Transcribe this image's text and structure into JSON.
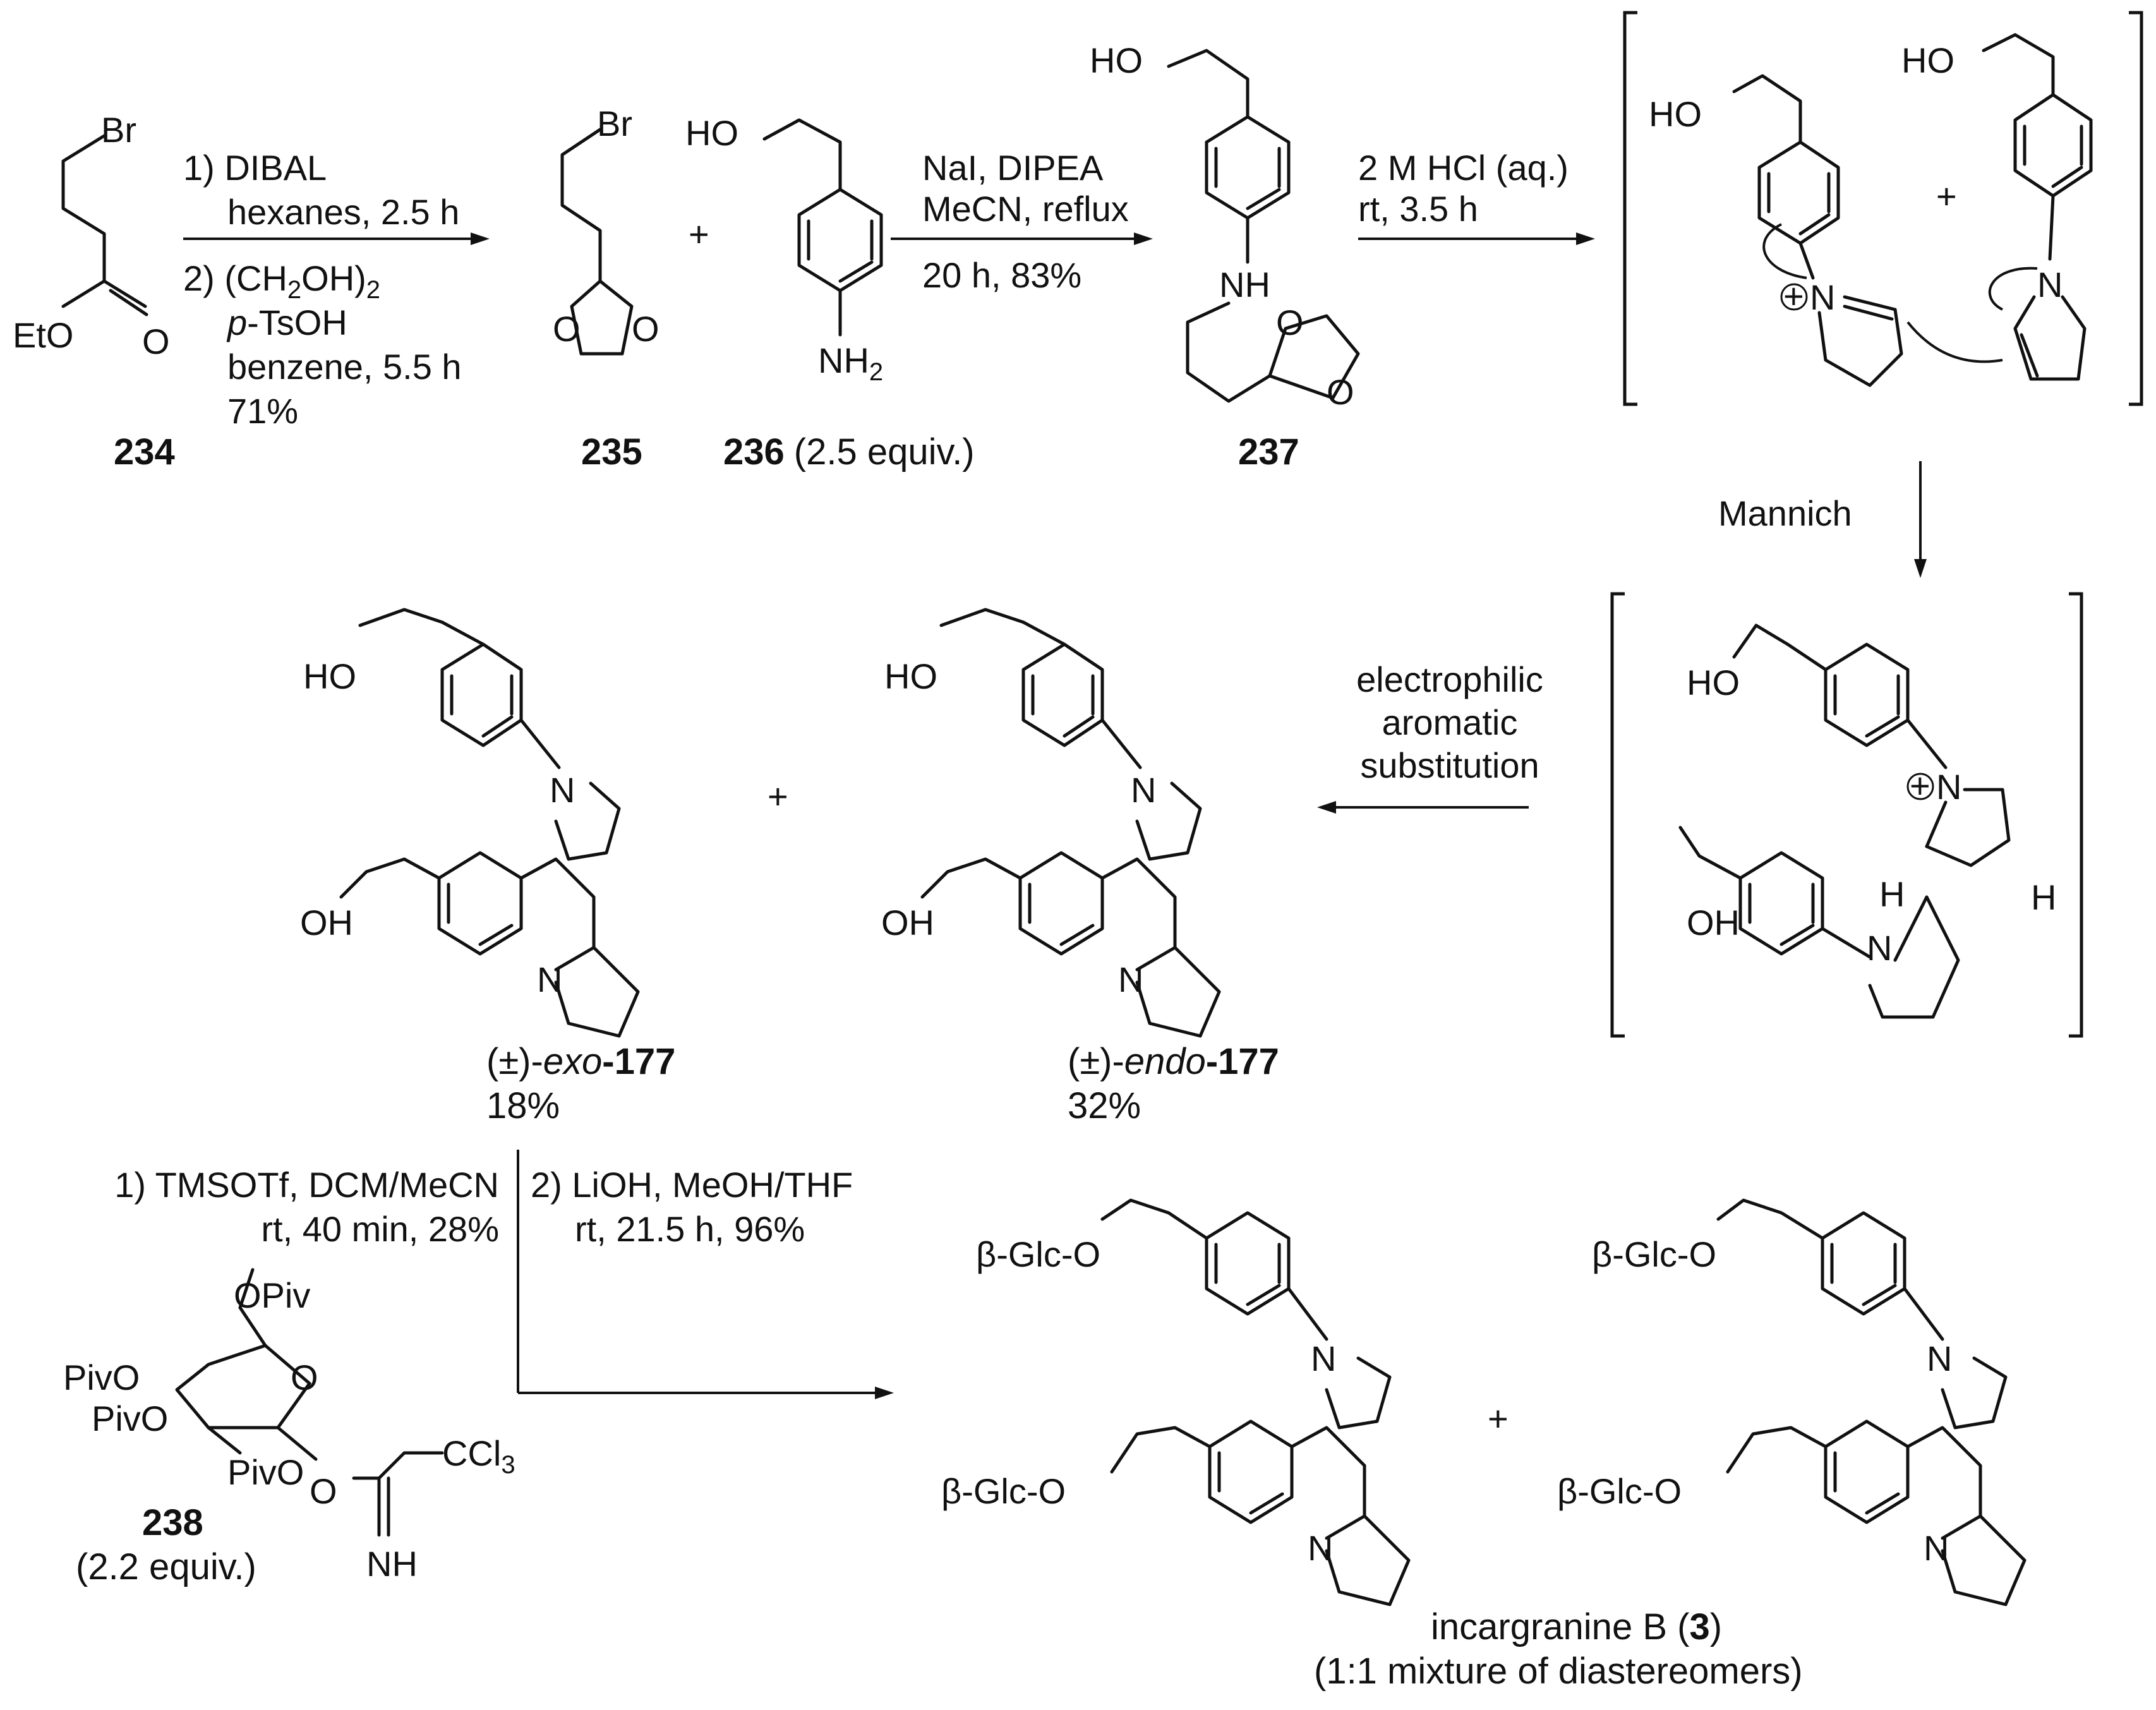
{
  "colors": {
    "ink": "#111111",
    "background": "#ffffff"
  },
  "compounds": {
    "c234": "234",
    "c235": "235",
    "c236": "236",
    "c236_equiv": "(2.5 equiv.)",
    "c237": "237",
    "exo_prefix": "(±)-",
    "exo_italic": "exo",
    "exo_num": "-177",
    "exo_yield": "18%",
    "endo_prefix": "(±)-",
    "endo_italic": "endo",
    "endo_num": "-177",
    "endo_yield": "32%",
    "c238": "238",
    "c238_equiv": "(2.2 equiv.)",
    "product_name": "incargranine B (",
    "product_num": "3",
    "product_close": ")",
    "product_note": "(1:1 mixture of diastereomers)"
  },
  "conditions": {
    "step1": [
      "1) DIBAL",
      "hexanes, 2.5 h",
      "2) (CH2OH)2",
      "p-TsOH",
      "benzene, 5.5 h",
      "71%"
    ],
    "step2": [
      "NaI, DIPEA",
      "MeCN, reflux",
      "20 h, 83%"
    ],
    "step3": [
      "2 M HCl (aq.)",
      "rt, 3.5 h"
    ],
    "mannich": "Mannich",
    "eas": [
      "electrophilic",
      "aromatic",
      "substitution"
    ],
    "final_a": [
      "1) TMSOTf, DCM/MeCN",
      "rt, 40 min, 28%"
    ],
    "final_b": [
      "2) LiOH, MeOH/THF",
      "rt, 21.5 h, 96%"
    ]
  },
  "plus": "+",
  "atoms": {
    "Br": "Br",
    "EtO": "EtO",
    "O": "O",
    "HO": "HO",
    "OH": "OH",
    "NH": "NH",
    "NH2": "NH2",
    "N": "N",
    "H": "H",
    "OPiv": "OPiv",
    "PivO": "PivO",
    "CCl3": "CCl3",
    "NHimine": "NH",
    "glc": "β-Glc-O"
  }
}
